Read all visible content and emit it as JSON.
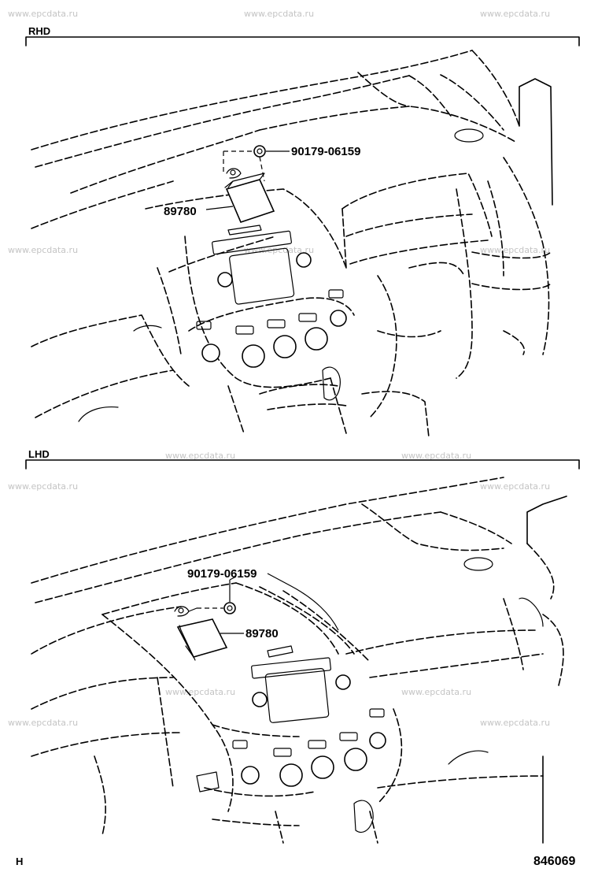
{
  "watermark": "www.epcdata.ru",
  "sections": {
    "rhd": {
      "label": "RHD",
      "parts": {
        "screw": "90179-06159",
        "unit": "89780"
      }
    },
    "lhd": {
      "label": "LHD",
      "parts": {
        "screw": "90179-06159",
        "unit": "89780"
      }
    }
  },
  "footer": {
    "left_code": "H",
    "drawing_number": "846069"
  }
}
